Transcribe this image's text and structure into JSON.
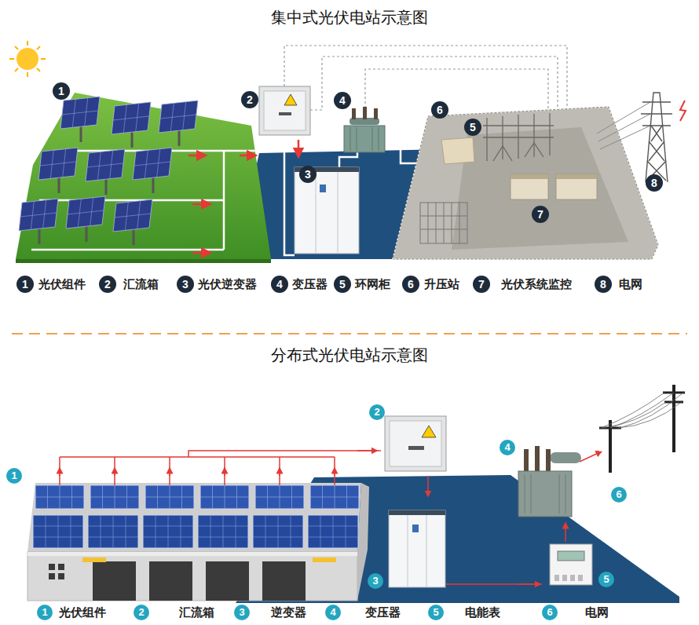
{
  "diagram": {
    "title": "集中式光伏电站示意图",
    "labels": [
      "1",
      "2",
      "4",
      "6",
      "5",
      "3",
      "8",
      "7",
      "1",
      "光伏组件",
      "2",
      "汇流箱",
      "3",
      "光伏逆变器",
      "4",
      "变压器",
      "5",
      "环网柜",
      "6",
      "升压站",
      "7",
      "光伏系统监控",
      "8",
      "电网",
      "分布式光伏电站示意图",
      "2",
      "4",
      "1",
      "6",
      "3",
      "5",
      "1",
      "光伏组件",
      "2",
      "汇流箱",
      "3",
      "逆变器",
      "4",
      "变压器",
      "5",
      "电能表",
      "6",
      "电网"
    ]
  }
}
